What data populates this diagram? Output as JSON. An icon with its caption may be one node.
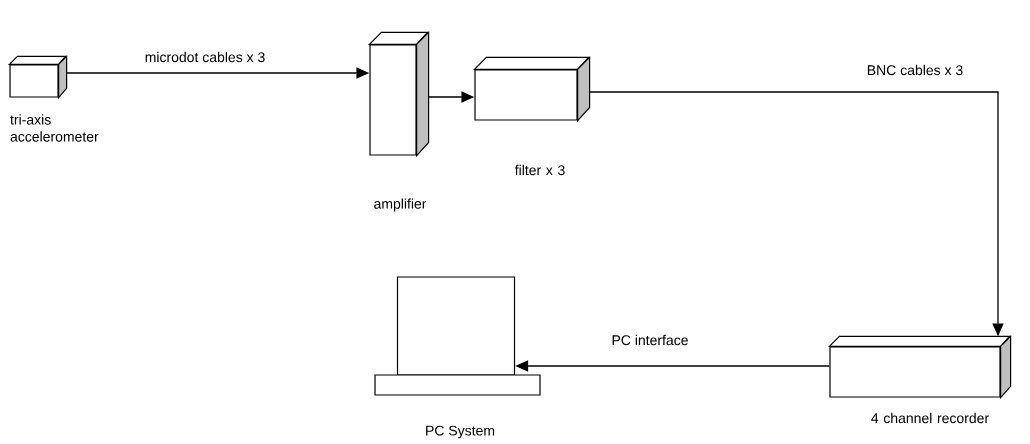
{
  "diagram": {
    "nodes": [
      {
        "text": [
          "tri-axis accelerometer"
        ]
      },
      {
        "text": [
          "amplifier"
        ]
      },
      {
        "text": [
          "filter x 3"
        ]
      },
      {
        "text": [
          "4 channel recorder"
        ]
      },
      {
        "text": [
          "PC System"
        ]
      }
    ],
    "edges": [
      {
        "from": 0,
        "to": 1,
        "arrow": "to",
        "label": "microdot cables x 3"
      },
      {
        "from": 1,
        "to": 2,
        "arrow": "to"
      },
      {
        "from": 2,
        "to": 3,
        "arrow": "to",
        "label": "BNC cables x 3"
      },
      {
        "from": 3,
        "to": 4,
        "arrow": "to",
        "label": "PC interface"
      }
    ]
  }
}
